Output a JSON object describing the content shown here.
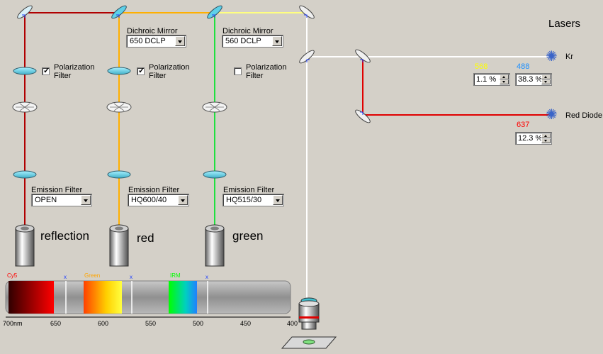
{
  "title": "Lasers",
  "channels": [
    {
      "name": "reflection",
      "polarization_label": "Polarization Filter",
      "polarization_checked": true,
      "emission_label": "Emission Filter",
      "emission_value": "OPEN"
    },
    {
      "name": "red",
      "dichroic_label": "Dichroic Mirror",
      "dichroic_value": "650 DCLP",
      "polarization_label": "Polarization Filter",
      "polarization_checked": true,
      "emission_label": "Emission Filter",
      "emission_value": "HQ600/40"
    },
    {
      "name": "green",
      "dichroic_label": "Dichroic Mirror",
      "dichroic_value": "560 DCLP",
      "polarization_label": "Polarization Filter",
      "polarization_checked": false,
      "emission_label": "Emission Filter",
      "emission_value": "HQ515/30"
    }
  ],
  "lasers": [
    {
      "name": "Kr",
      "lines": [
        {
          "wavelength": "568",
          "power": "1.1 %",
          "color": "#ffff00"
        },
        {
          "wavelength": "488",
          "power": "38.3 %",
          "color": "#1e90ff"
        }
      ]
    },
    {
      "name": "Red Diode",
      "lines": [
        {
          "wavelength": "637",
          "power": "12.3 %",
          "color": "#ff0000"
        }
      ]
    }
  ],
  "spectrum": {
    "bands": [
      "Cy5",
      "Green",
      "IRM"
    ],
    "band_colors": [
      "#ff0000",
      "#ffa500",
      "#00ff00"
    ],
    "ticks": [
      "700nm",
      "650",
      "600",
      "550",
      "500",
      "450",
      "400"
    ],
    "marker": "x"
  },
  "checkmark": "✓",
  "colors": {
    "red_path": "#b00000",
    "orange_path": "#ffb000",
    "green_path": "#20e040",
    "yellow_path": "#ffff60",
    "white_path": "#ffffff",
    "laser_red": "#e00000"
  }
}
